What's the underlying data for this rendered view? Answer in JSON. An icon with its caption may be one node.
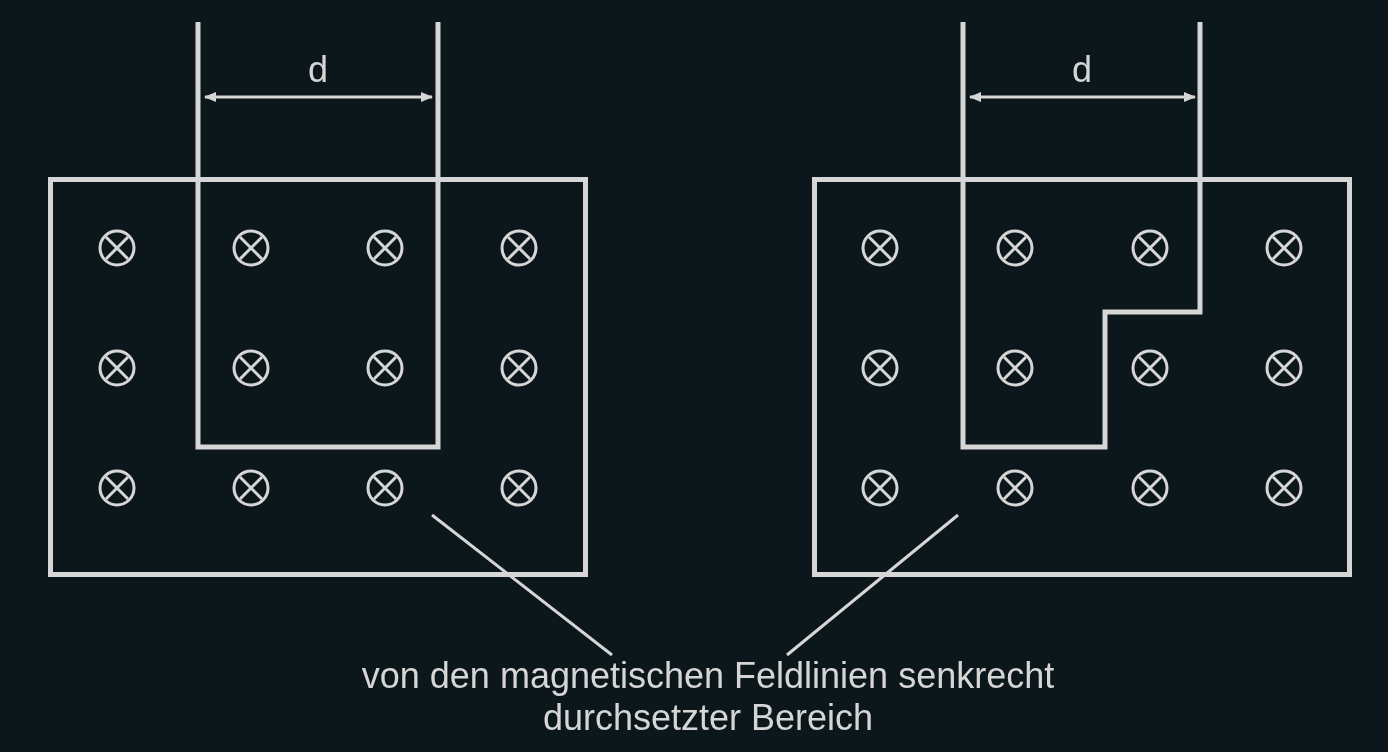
{
  "diagram": {
    "nodes": [
      {
        "text": [],
        "shape": "box"
      },
      {
        "text": [],
        "shape": "box"
      },
      {
        "text": [
          "von den magnetischen Feldlinien senkrecht durchsetzter Bereich"
        ]
      }
    ],
    "edges": [
      {
        "from": 2,
        "to": 0,
        "arrow": "none"
      },
      {
        "from": 2,
        "to": 1,
        "arrow": "none"
      }
    ],
    "labels": [
      "d",
      "d"
    ]
  }
}
